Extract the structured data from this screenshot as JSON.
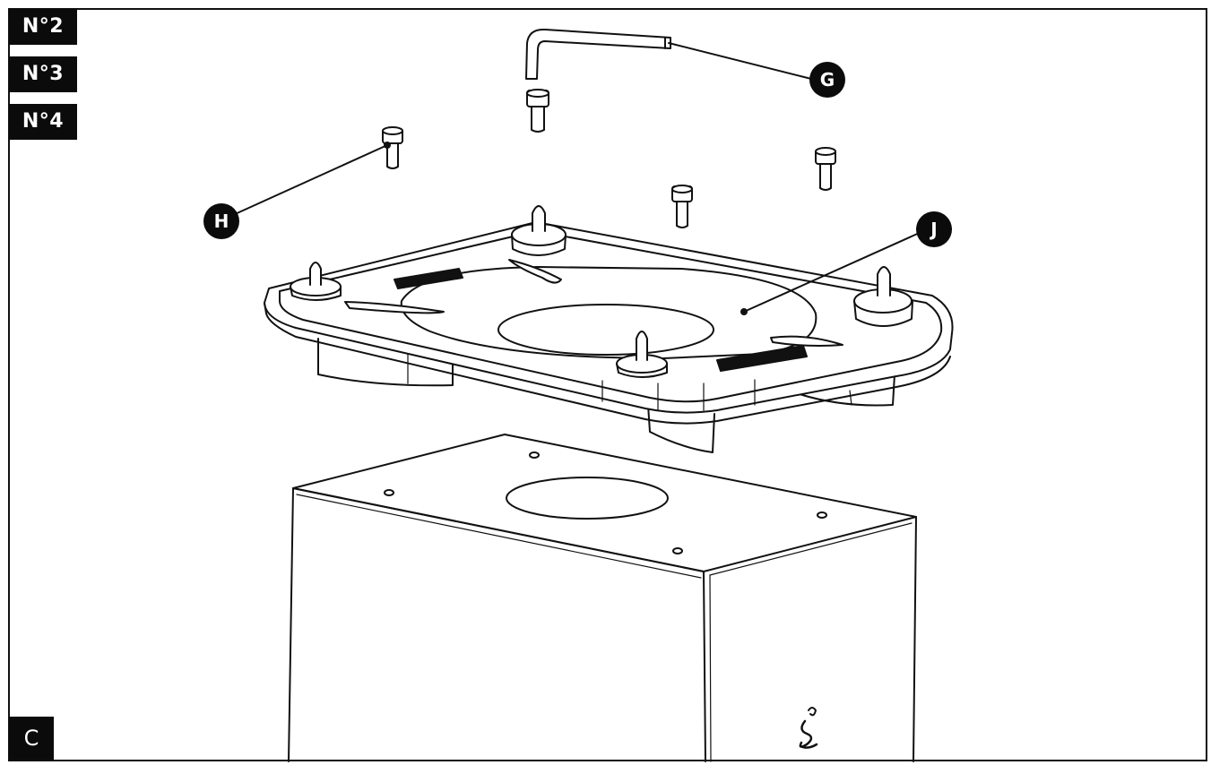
{
  "step_labels": [
    "N°2",
    "N°3",
    "N°4"
  ],
  "panel_letter": "C",
  "callouts": {
    "allen_key": "G",
    "screw": "H",
    "base_plate": "J"
  },
  "colors": {
    "line": "#111111",
    "label_bg": "#0b0b0b",
    "label_text": "#ffffff",
    "background": "#ffffff"
  }
}
